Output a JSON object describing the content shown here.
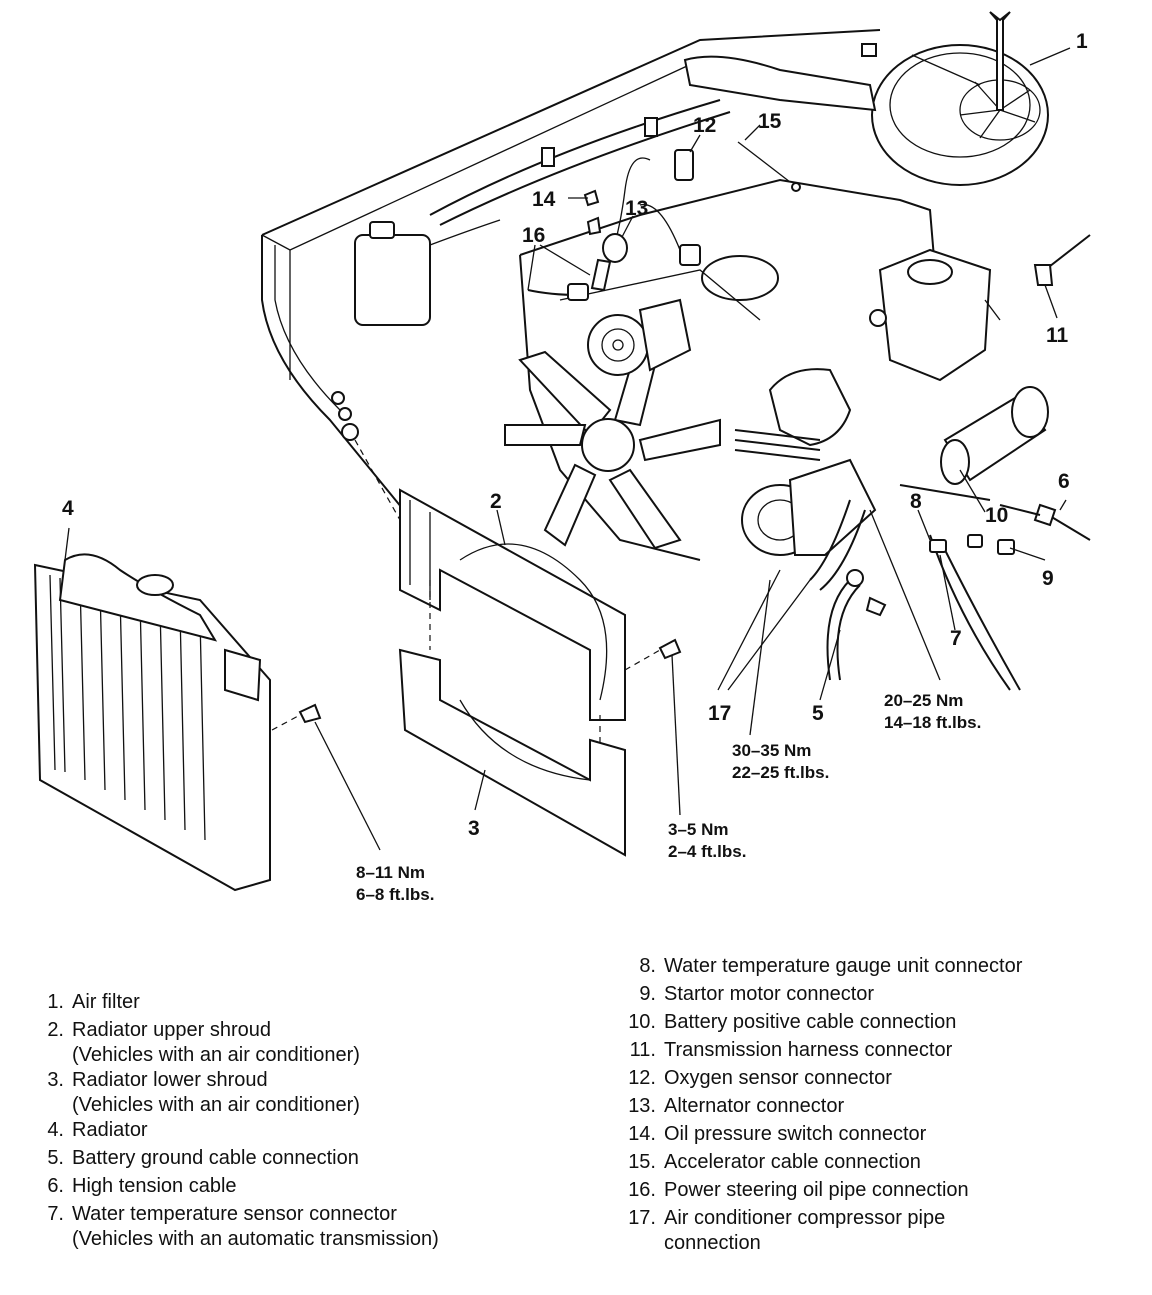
{
  "callouts": [
    {
      "id": "1",
      "label": "1"
    },
    {
      "id": "2",
      "label": "2"
    },
    {
      "id": "3",
      "label": "3"
    },
    {
      "id": "4",
      "label": "4"
    },
    {
      "id": "5",
      "label": "5"
    },
    {
      "id": "6",
      "label": "6"
    },
    {
      "id": "7",
      "label": "7"
    },
    {
      "id": "8",
      "label": "8"
    },
    {
      "id": "9",
      "label": "9"
    },
    {
      "id": "10",
      "label": "10"
    },
    {
      "id": "11",
      "label": "11"
    },
    {
      "id": "12",
      "label": "12"
    },
    {
      "id": "13",
      "label": "13"
    },
    {
      "id": "14",
      "label": "14"
    },
    {
      "id": "15",
      "label": "15"
    },
    {
      "id": "16",
      "label": "16"
    },
    {
      "id": "17",
      "label": "17"
    }
  ],
  "torque_specs": [
    {
      "metric": "20–25 Nm",
      "imperial": "14–18 ft.lbs."
    },
    {
      "metric": "30–35 Nm",
      "imperial": "22–25 ft.lbs."
    },
    {
      "metric": "3–5 Nm",
      "imperial": "2–4 ft.lbs."
    },
    {
      "metric": "8–11 Nm",
      "imperial": "6–8 ft.lbs."
    }
  ],
  "legend_left": [
    {
      "num": "1.",
      "text": "Air filter",
      "sub": ""
    },
    {
      "num": "2.",
      "text": "Radiator upper shroud",
      "sub": "(Vehicles with an air conditioner)"
    },
    {
      "num": "3.",
      "text": "Radiator lower shroud",
      "sub": "(Vehicles with an air conditioner)"
    },
    {
      "num": "4.",
      "text": "Radiator",
      "sub": ""
    },
    {
      "num": "5.",
      "text": "Battery ground cable connection",
      "sub": ""
    },
    {
      "num": "6.",
      "text": "High tension cable",
      "sub": ""
    },
    {
      "num": "7.",
      "text": "Water temperature sensor connector",
      "sub": "(Vehicles with an automatic transmission)"
    }
  ],
  "legend_right": [
    {
      "num": "8.",
      "text": "Water temperature gauge unit connector",
      "sub": ""
    },
    {
      "num": "9.",
      "text": "Startor motor connector",
      "sub": ""
    },
    {
      "num": "10.",
      "text": "Battery positive cable connection",
      "sub": ""
    },
    {
      "num": "11.",
      "text": "Transmission harness connector",
      "sub": ""
    },
    {
      "num": "12.",
      "text": "Oxygen sensor connector",
      "sub": ""
    },
    {
      "num": "13.",
      "text": "Alternator connector",
      "sub": ""
    },
    {
      "num": "14.",
      "text": "Oil pressure switch connector",
      "sub": ""
    },
    {
      "num": "15.",
      "text": "Accelerator cable connection",
      "sub": ""
    },
    {
      "num": "16.",
      "text": "Power steering oil pipe connection",
      "sub": ""
    },
    {
      "num": "17.",
      "text": "Air conditioner compressor pipe",
      "sub": "connection"
    }
  ]
}
